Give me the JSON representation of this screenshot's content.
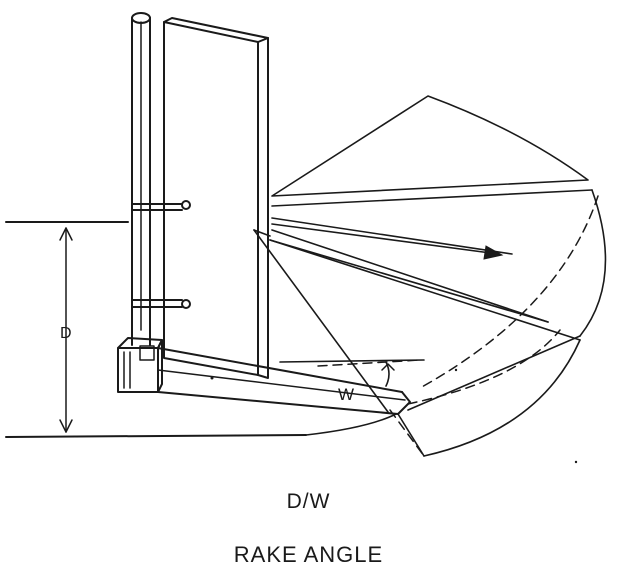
{
  "labels": {
    "depth": "D",
    "width": "W"
  },
  "caption": {
    "ratio": "D/W",
    "title": "RAKE ANGLE"
  }
}
